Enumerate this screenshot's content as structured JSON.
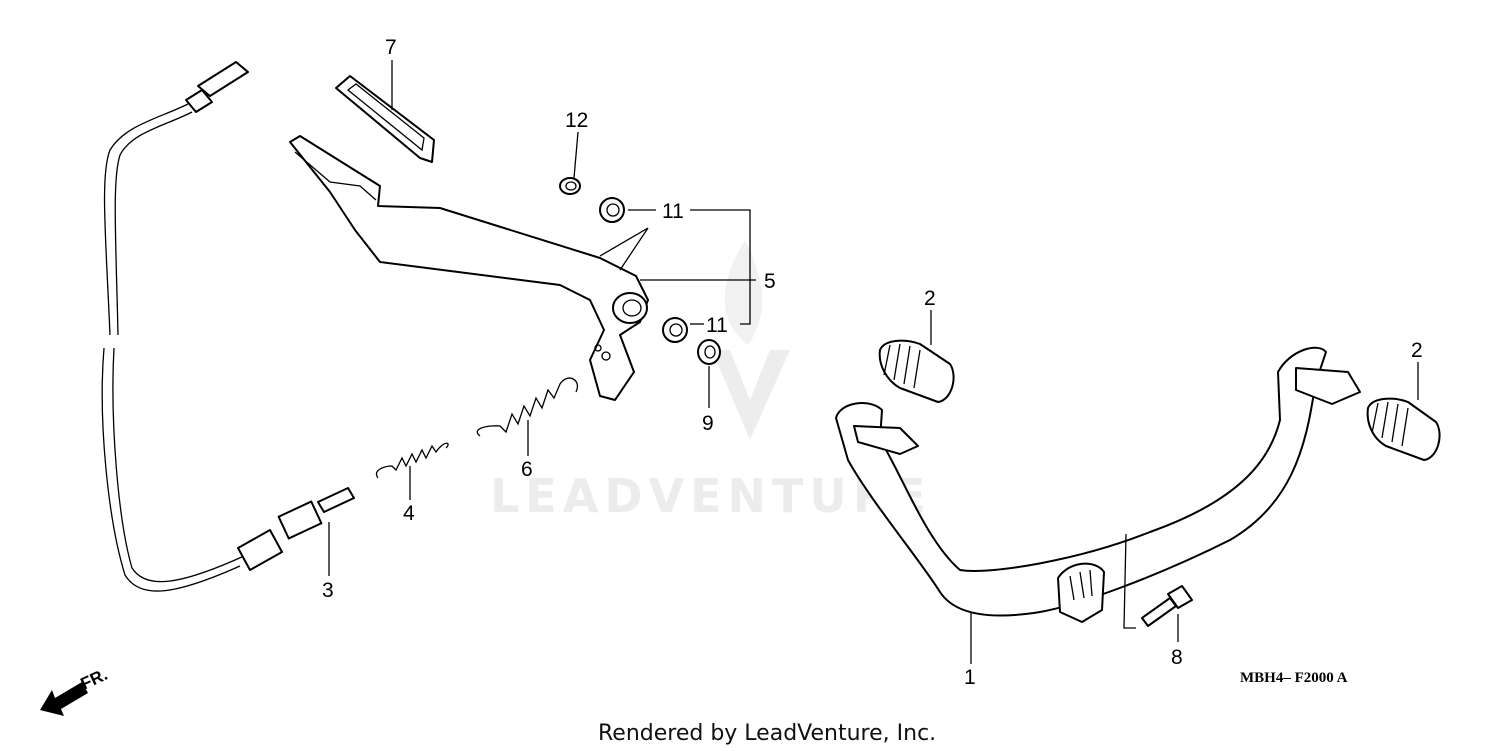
{
  "diagram": {
    "watermark_text": "LEADVENTURE",
    "diagram_code": "MBH4– F2000 A",
    "front_marker": "FR.",
    "credit": "Rendered by LeadVenture, Inc.",
    "callouts": {
      "c1": "1",
      "c2a": "2",
      "c2b": "2",
      "c3": "3",
      "c4": "4",
      "c5": "5",
      "c6": "6",
      "c7": "7",
      "c8": "8",
      "c9": "9",
      "c11a": "11",
      "c11b": "11",
      "c12": "12"
    },
    "colors": {
      "ink": "#000000",
      "paper": "#ffffff",
      "watermark": "#ececec"
    }
  }
}
